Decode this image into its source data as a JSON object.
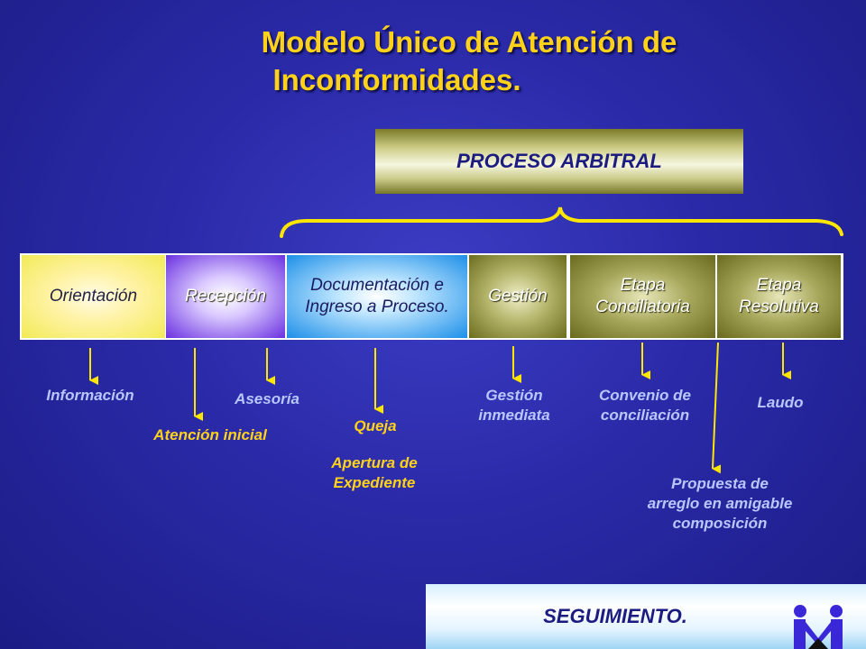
{
  "title": {
    "line1": "Modelo Único de Atención de",
    "line2": "Inconformidades."
  },
  "process_label": "PROCESO ARBITRAL",
  "stages": [
    {
      "id": "orientacion",
      "label": "Orientación"
    },
    {
      "id": "recepcion",
      "label": "Recepción"
    },
    {
      "id": "documentacion",
      "label": "Documentación e Ingreso a Proceso."
    },
    {
      "id": "gestion",
      "label": "Gestión"
    },
    {
      "id": "conciliatoria",
      "label": "Etapa Conciliatoria"
    },
    {
      "id": "resolutiva",
      "label": "Etapa Resolutiva"
    }
  ],
  "outputs": {
    "informacion": "Información",
    "atencion_inicial": "Atención inicial",
    "asesoria": "Asesoría",
    "queja": "Queja",
    "apertura": "Apertura de Expediente",
    "gestion_inmediata": "Gestión inmediata",
    "convenio": "Convenio de conciliación",
    "propuesta": "Propuesta de arreglo en amigable composición",
    "laudo": "Laudo"
  },
  "footer_label": "SEGUIMIENTO.",
  "colors": {
    "title": "#ffd21a",
    "arrow": "#ffe600",
    "light_text": "#b8c8ff",
    "background": "#2a2aa8"
  }
}
